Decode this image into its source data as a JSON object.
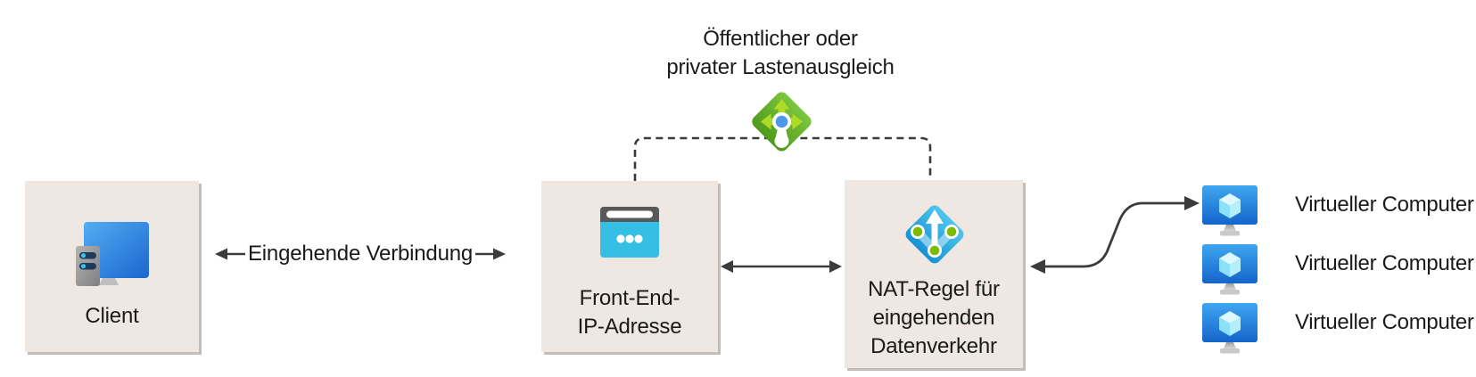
{
  "diagram": {
    "client": {
      "label": "Client"
    },
    "inbound_connection": {
      "label": "Eingehende Verbindung"
    },
    "frontend": {
      "label": "Front-End-\nIP-Adresse"
    },
    "load_balancer": {
      "label": "Öffentlicher oder\nprivater Lastenausgleich"
    },
    "nat_rule": {
      "label": "NAT-Regel für\neingehenden\nDatenverkehr"
    },
    "virtual_machines": [
      {
        "label": "Virtueller Computer"
      },
      {
        "label": "Virtueller Computer"
      },
      {
        "label": "Virtueller Computer"
      }
    ],
    "colors": {
      "box_background": "#EFE8E2",
      "box_shadow": "#C3BDB7",
      "arrow": "#3B3B3B",
      "text": "#1A1A1A",
      "load_balancer_green": "#58A21F",
      "load_balancer_green_light": "#AED821",
      "frontend_cyan": "#35BFE5",
      "nat_blue": "#2BA7DE",
      "nat_dot_green": "#7CBB00",
      "vm_blue_dark": "#1565CB",
      "vm_blue_light": "#3FA6F0"
    },
    "icons": {
      "client": "client-computer-icon",
      "frontend": "browser-window-icon",
      "load_balancer": "load-balancer-icon",
      "nat": "nat-rule-icon",
      "vm": "virtual-machine-icon",
      "connectors": [
        "arrow-left-icon",
        "arrow-right-icon",
        "double-arrow",
        "dashed-connector",
        "curved-arrow"
      ]
    }
  }
}
